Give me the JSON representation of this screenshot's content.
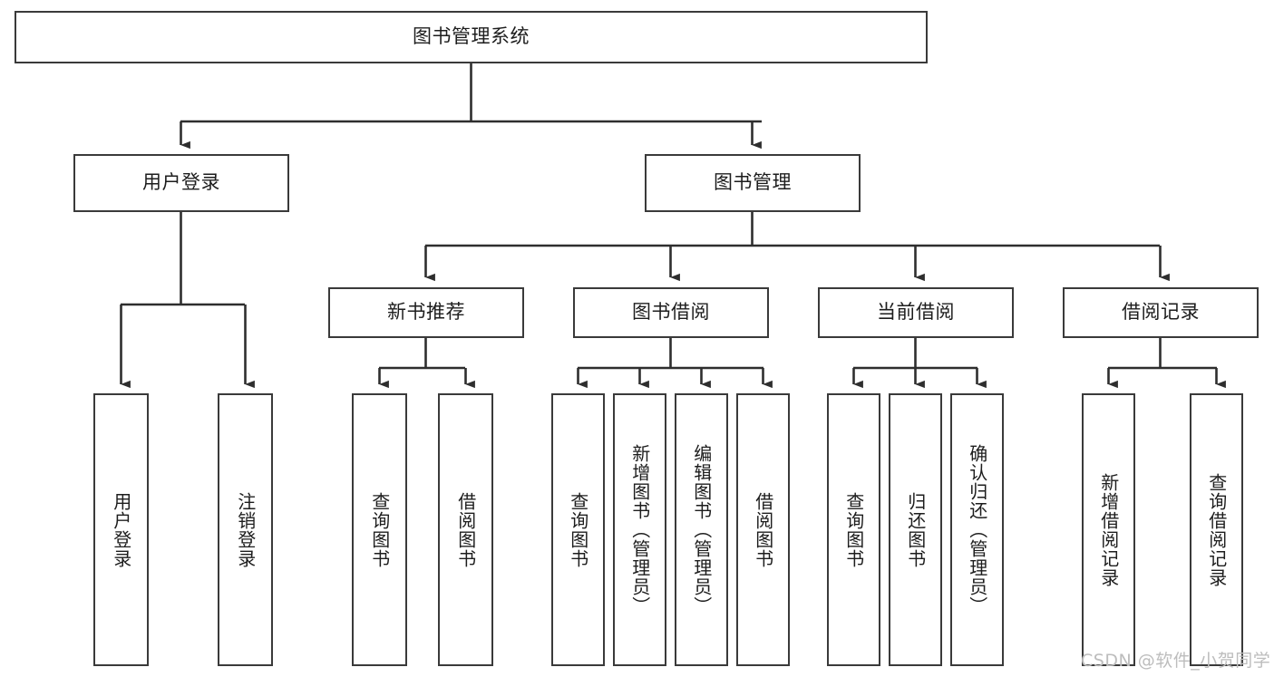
{
  "diagram": {
    "title": "图书管理系统",
    "type": "tree-hierarchy-functional-structure",
    "orientation": "top-down",
    "colors": {
      "box_border": "#3a3a3a",
      "box_fill": "#ffffff",
      "connector": "#2e2e2e",
      "text": "#1d1d1d",
      "watermark": "#bdbdbd",
      "background": "#ffffff"
    },
    "root": {
      "id": "root",
      "label": "图书管理系统",
      "orientation": "horizontal"
    },
    "level1": [
      {
        "id": "user-login",
        "label": "用户登录",
        "orientation": "horizontal"
      },
      {
        "id": "book-management",
        "label": "图书管理",
        "orientation": "horizontal"
      }
    ],
    "level2": [
      {
        "id": "new-book-recommend",
        "label": "新书推荐",
        "parent": "book-management",
        "orientation": "horizontal"
      },
      {
        "id": "book-borrow",
        "label": "图书借阅",
        "parent": "book-management",
        "orientation": "horizontal"
      },
      {
        "id": "current-borrow",
        "label": "当前借阅",
        "parent": "book-management",
        "orientation": "horizontal"
      },
      {
        "id": "borrow-record",
        "label": "借阅记录",
        "parent": "book-management",
        "orientation": "horizontal"
      }
    ],
    "leaves": [
      {
        "id": "leaf-user-login",
        "label": "用户登录",
        "parent": "user-login",
        "orientation": "vertical"
      },
      {
        "id": "leaf-user-logout",
        "label": "注销登录",
        "parent": "user-login",
        "orientation": "vertical"
      },
      {
        "id": "leaf-query-book-1",
        "label": "查询图书",
        "parent": "new-book-recommend",
        "orientation": "vertical"
      },
      {
        "id": "leaf-borrow-book-1",
        "label": "借阅图书",
        "parent": "new-book-recommend",
        "orientation": "vertical"
      },
      {
        "id": "leaf-query-book-2",
        "label": "查询图书",
        "parent": "book-borrow",
        "orientation": "vertical"
      },
      {
        "id": "leaf-add-book",
        "label": "新增图书（管理员）",
        "parent": "book-borrow",
        "orientation": "vertical"
      },
      {
        "id": "leaf-edit-book",
        "label": "编辑图书（管理员）",
        "parent": "book-borrow",
        "orientation": "vertical"
      },
      {
        "id": "leaf-borrow-book-2",
        "label": "借阅图书",
        "parent": "book-borrow",
        "orientation": "vertical"
      },
      {
        "id": "leaf-query-book-3",
        "label": "查询图书",
        "parent": "current-borrow",
        "orientation": "vertical"
      },
      {
        "id": "leaf-return-book",
        "label": "归还图书",
        "parent": "current-borrow",
        "orientation": "vertical"
      },
      {
        "id": "leaf-confirm-return",
        "label": "确认归还（管理员）",
        "parent": "current-borrow",
        "orientation": "vertical"
      },
      {
        "id": "leaf-add-record",
        "label": "新增借阅记录",
        "parent": "borrow-record",
        "orientation": "vertical"
      },
      {
        "id": "leaf-query-record",
        "label": "查询借阅记录",
        "parent": "borrow-record",
        "orientation": "vertical"
      }
    ],
    "watermark": "CSDN @软件_小贺同学"
  }
}
